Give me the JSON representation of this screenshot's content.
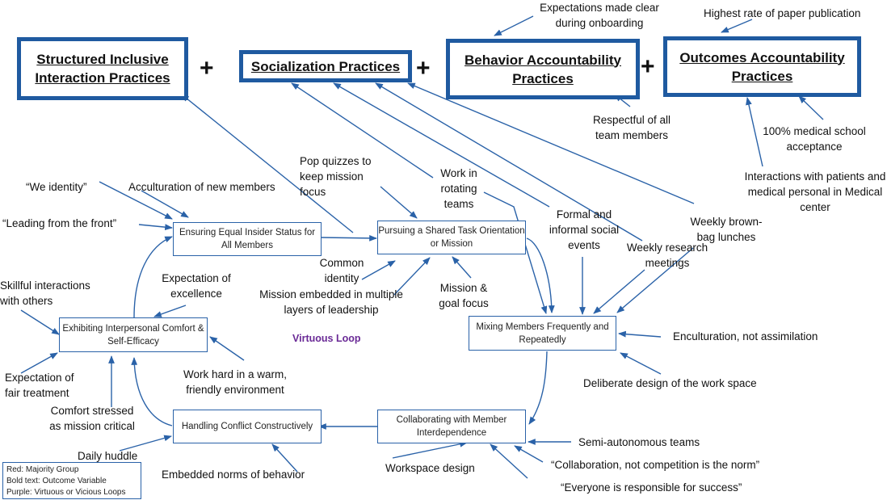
{
  "outcomes": {
    "structured": "Structured Inclusive Interaction Practices",
    "socialization": "Socialization Practices",
    "behavior": "Behavior Accountability Practices",
    "outcomes_acc": "Outcomes Accountability Practices",
    "plus_sign": "+"
  },
  "nodes": {
    "ensuring": "Ensuring Equal Insider Status for All Members",
    "pursuing": "Pursuing a Shared Task Orientation or Mission",
    "mixing": "Mixing Members Frequently and Repeatedly",
    "collaborating": "Collaborating with Member Interdependence",
    "handling": "Handling Conflict Constructively",
    "exhibiting": "Exhibiting Interpersonal Comfort & Self-Efficacy"
  },
  "loop_label": "Virtuous Loop",
  "annotations": {
    "expectations_onboarding": "Expectations made clear during onboarding",
    "highest_rate": "Highest rate of paper publication",
    "respectful": "Respectful of all team members",
    "medical_school": "100% medical school acceptance",
    "interactions_patients": "Interactions with patients and medical personal in Medical center",
    "pop_quizzes": "Pop quizzes to keep mission focus",
    "work_rotating": "Work in rotating teams",
    "formal_informal": "Formal and informal social events",
    "weekly_brownbag": "Weekly brown-bag lunches",
    "weekly_research": "Weekly research meetings",
    "we_identity": "“We identity”",
    "acculturation": "Acculturation of new members",
    "leading_front": "“Leading from the front”",
    "common_identity": "Common identity",
    "mission_embedded": "Mission embedded in multiple layers of leadership",
    "mission_goal": "Mission & goal focus",
    "skillful": "Skillful interactions with others",
    "expectation_excellence": "Expectation of excellence",
    "expectation_fair": "Expectation of fair treatment",
    "work_hard": "Work hard in a warm, friendly environment",
    "comfort_stressed": "Comfort stressed as mission critical",
    "enculturation": "Enculturation, not assimilation",
    "deliberate_design": "Deliberate design of the work space",
    "daily_huddle": "Daily huddle",
    "embedded_norms": "Embedded norms of behavior",
    "workspace_design": "Workspace design",
    "semi_autonomous": "Semi-autonomous teams",
    "collab_norm": "“Collaboration, not competition is the norm”",
    "everyone_responsible": "“Everyone is responsible for success”"
  },
  "legend": {
    "red": "Red: Majority Group",
    "bold": "Bold text: Outcome Variable",
    "purple": "Purple: Virtuous or Vicious Loops"
  },
  "colors": {
    "outcome_border": "#1f5aa0",
    "arrow": "#2a62a8",
    "loop_text": "#6a2a96"
  }
}
